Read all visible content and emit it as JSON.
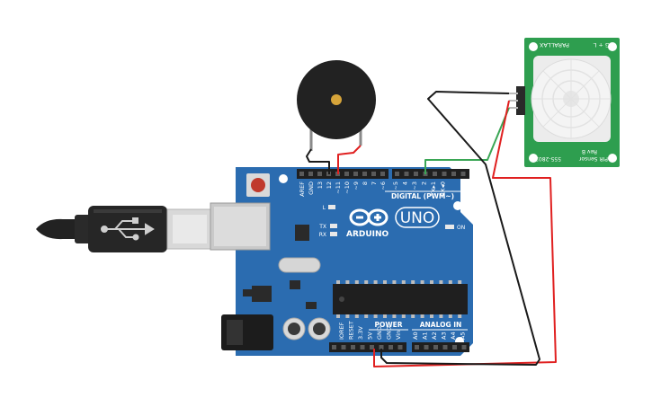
{
  "board": {
    "brand": "ARDUINO",
    "model": "UNO",
    "digital_label": "DIGITAL (PWM~)",
    "power_label": "POWER",
    "analog_label": "ANALOG IN",
    "led_on": "ON",
    "led_l": "L",
    "led_tx": "TX",
    "led_rx": "RX",
    "digital_pins": [
      "AREF",
      "GND",
      "13",
      "12",
      "~11",
      "~10",
      "~9",
      "8",
      "7",
      "~6",
      "~5",
      "4",
      "~3",
      "2",
      "TX▸1",
      "RX◂0"
    ],
    "power_pins": [
      "IOREF",
      "RESET",
      "3.3V",
      "5V",
      "GND",
      "GND",
      "Vin"
    ],
    "analog_pins": [
      "A0",
      "A1",
      "A2",
      "A3",
      "A4",
      "A5"
    ],
    "colors": {
      "pcb": "#2b6cb0",
      "header": "#1f1f1f",
      "silk": "#ffffff"
    }
  },
  "pir_sensor": {
    "brand": "PARALLAX",
    "name": "PIR Sensor",
    "revision": "Rev B",
    "part_number": "555-28027",
    "pin_marks": [
      "G",
      "+",
      "L"
    ],
    "color": "#2e9e4f"
  },
  "buzzer": {
    "color": "#222222",
    "center_color": "#d6a43a"
  },
  "usb_cable": {
    "color": "#222222"
  },
  "wires": [
    {
      "name": "wire-buzzer-gnd",
      "color": "#1a1a1a"
    },
    {
      "name": "wire-buzzer-pin13",
      "color": "#e02020"
    },
    {
      "name": "wire-pir-signal",
      "color": "#3aa655"
    },
    {
      "name": "wire-pir-vcc",
      "color": "#e02020"
    },
    {
      "name": "wire-pir-gnd",
      "color": "#1a1a1a"
    }
  ]
}
